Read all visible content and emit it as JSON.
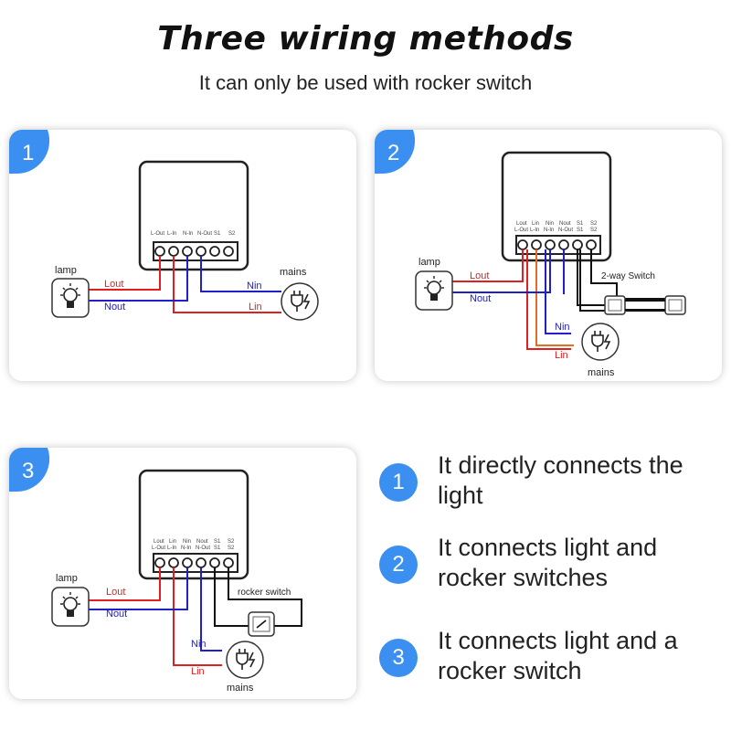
{
  "header": {
    "title": "Three wiring methods",
    "subtitle": "It can only be used with rocker switch"
  },
  "colors": {
    "accent": "#3a8ff0",
    "live": "#e02020",
    "neutral": "#2020c8",
    "wire": "#111111"
  },
  "diagrams": [
    {
      "badge": "1",
      "terminals": [
        "L-Out",
        "L-In",
        "N-In",
        "N-Out",
        "S1",
        "S2"
      ],
      "lamp_label": "lamp",
      "mains_label": "mains",
      "wires": {
        "lout": "Lout",
        "nout": "Nout",
        "nin": "Nin",
        "lin": "Lin"
      }
    },
    {
      "badge": "2",
      "terminals_top": [
        "Lout",
        "Lin",
        "Nin",
        "Nout",
        "S1",
        "S2"
      ],
      "terminals_bottom": [
        "L-Out",
        "L-In",
        "N-In",
        "N-Out",
        "S1",
        "S2"
      ],
      "lamp_label": "lamp",
      "mains_label": "mains",
      "switch_label": "2-way Switch",
      "wires": {
        "lout": "Lout",
        "nout": "Nout",
        "nin": "Nin",
        "lin": "Lin"
      }
    },
    {
      "badge": "3",
      "terminals_top": [
        "Lout",
        "Lin",
        "Nin",
        "Nout",
        "S1",
        "S2"
      ],
      "terminals_bottom": [
        "L-Out",
        "L-In",
        "N-In",
        "N-Out",
        "S1",
        "S2"
      ],
      "lamp_label": "lamp",
      "mains_label": "mains",
      "switch_label": "rocker switch",
      "wires": {
        "lout": "Lout",
        "nout": "Nout",
        "nin": "Nin",
        "lin": "Lin"
      }
    }
  ],
  "descriptions": [
    {
      "num": "1",
      "text": "It directly connects the light"
    },
    {
      "num": "2",
      "text": "It connects light and rocker switches"
    },
    {
      "num": "3",
      "text": "It connects light and a rocker switch"
    }
  ]
}
